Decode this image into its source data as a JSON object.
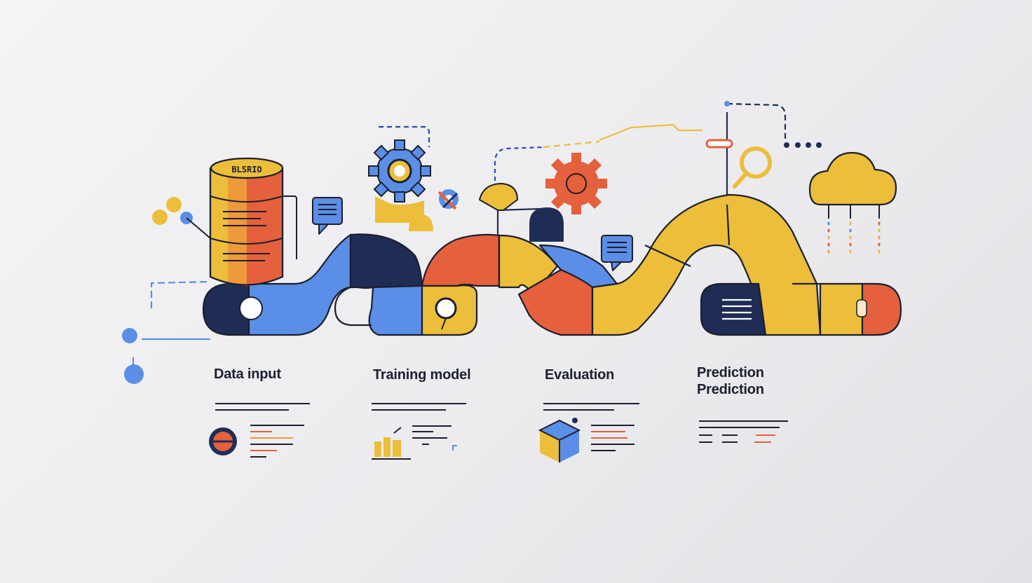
{
  "barrel": {
    "label": "BLSRIO"
  },
  "stages": [
    {
      "label": "Data input"
    },
    {
      "label": "Training model"
    },
    {
      "label": "Evaluation"
    },
    {
      "label": "Prediction",
      "label_repeat": "Prediction"
    }
  ],
  "colors": {
    "navy": "#1f2d55",
    "blue": "#5b8ee6",
    "yellow": "#ecbe3a",
    "orange": "#e5603c",
    "amber": "#ee9a3a",
    "outline": "#1b1f2e"
  },
  "icons": [
    "database-barrel-icon",
    "gear-icon",
    "cloud-icon",
    "magnifier-icon",
    "document-icon",
    "bar-chart-icon",
    "cube-icon"
  ]
}
